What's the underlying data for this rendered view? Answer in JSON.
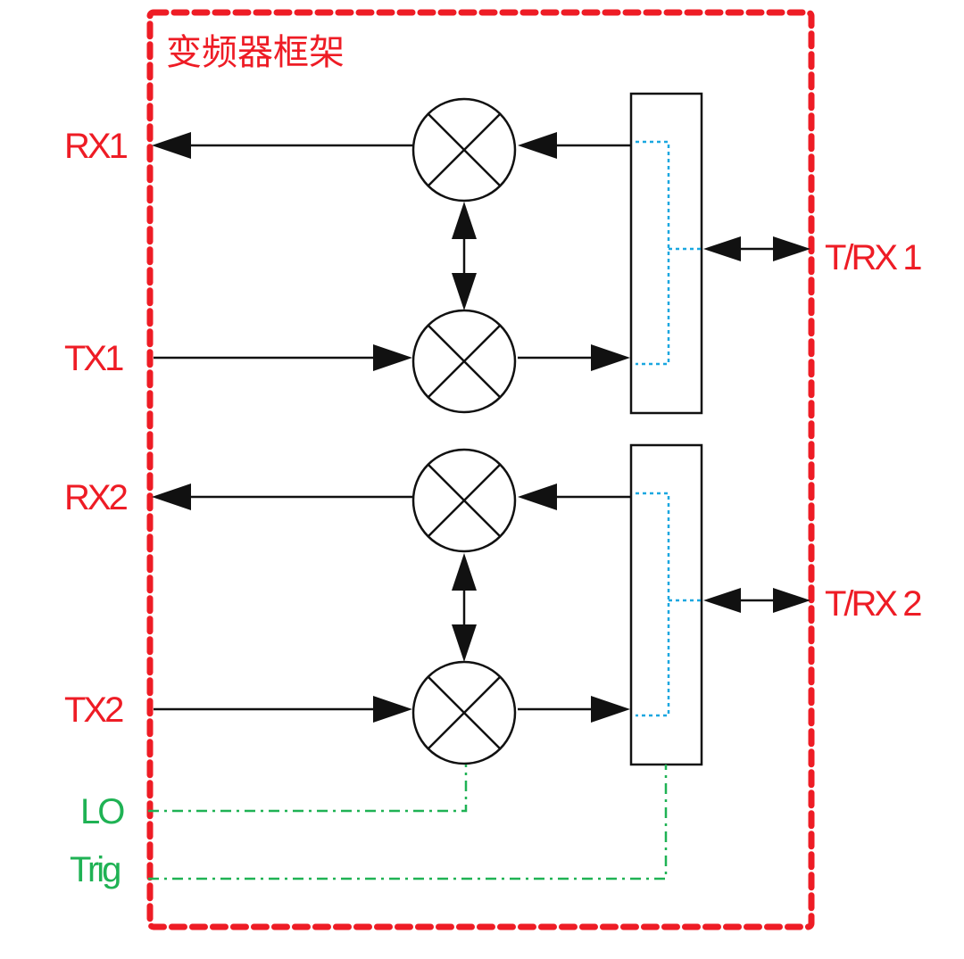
{
  "frame": {
    "title": "变频器框架"
  },
  "ports": {
    "rx1": "RX1",
    "tx1": "TX1",
    "rx2": "RX2",
    "tx2": "TX2",
    "lo": "LO",
    "trig": "Trig",
    "trx1": "T/RX 1",
    "trx2": "T/RX 2"
  },
  "colors": {
    "frame": "#ee1c25",
    "port_label": "#ee1c25",
    "control_label": "#1fb254",
    "switch_path": "#1aa7e0",
    "wire": "#111111"
  }
}
